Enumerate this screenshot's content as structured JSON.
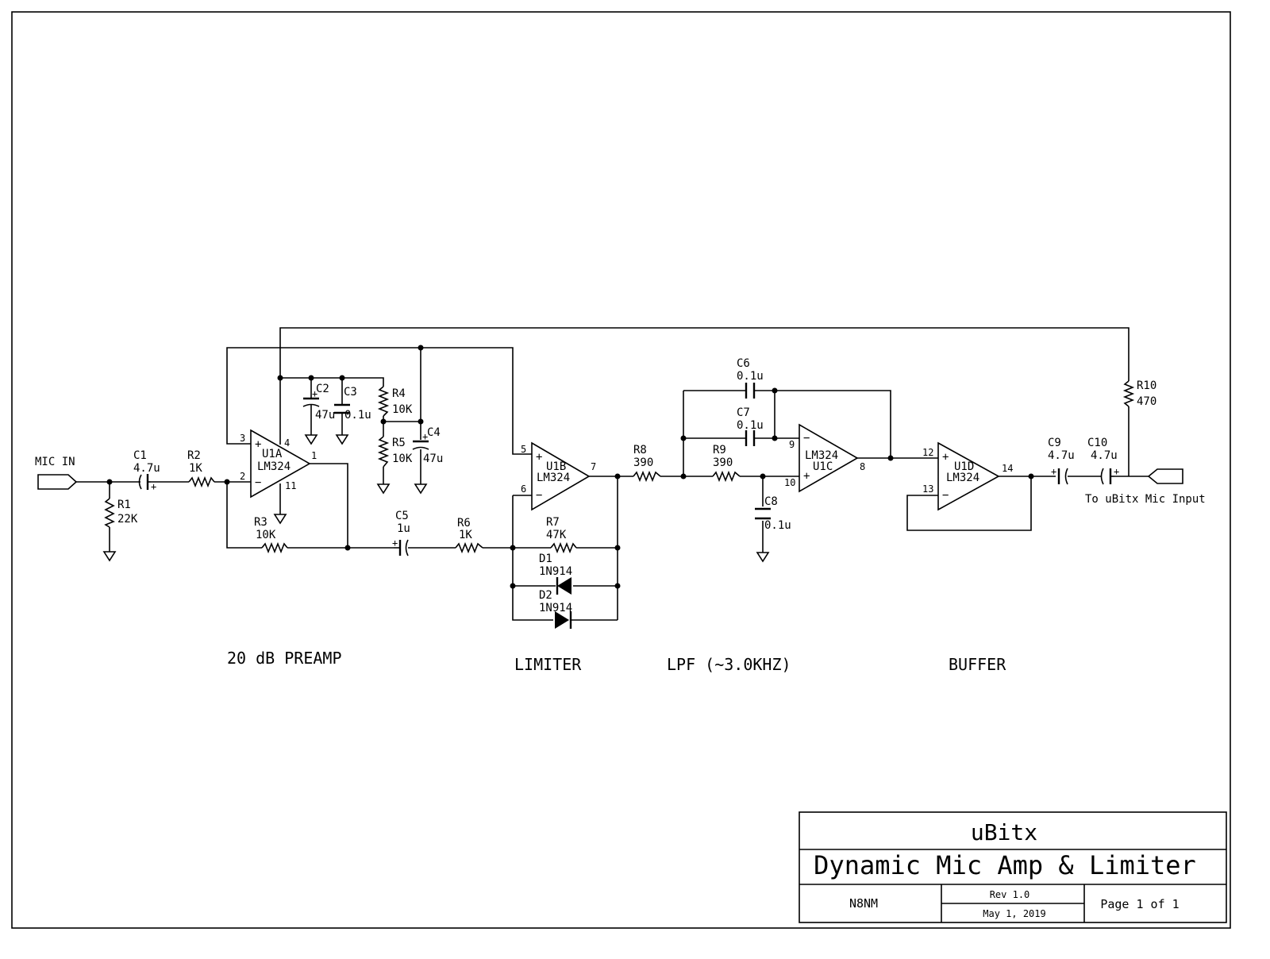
{
  "title_block": {
    "project": "uBitx",
    "title": "Dynamic Mic Amp & Limiter",
    "author": "N8NM",
    "revision": "Rev 1.0",
    "date": "May 1, 2019",
    "page": "Page 1 of 1"
  },
  "sections": {
    "preamp": "20 dB PREAMP",
    "limiter": "LIMITER",
    "lpf": "LPF (~3.0KHZ)",
    "buffer": "BUFFER"
  },
  "ports": {
    "input": "MIC IN",
    "output": "To uBitx Mic Input"
  },
  "components": {
    "C1": {
      "ref": "C1",
      "value": "4.7u"
    },
    "C2": {
      "ref": "C2",
      "value": "47u"
    },
    "C3": {
      "ref": "C3",
      "value": "0.1u"
    },
    "C4": {
      "ref": "C4",
      "value": "47u"
    },
    "C5": {
      "ref": "C5",
      "value": "1u"
    },
    "C6": {
      "ref": "C6",
      "value": "0.1u"
    },
    "C7": {
      "ref": "C7",
      "value": "0.1u"
    },
    "C8": {
      "ref": "C8",
      "value": "0.1u"
    },
    "C9": {
      "ref": "C9",
      "value": "4.7u"
    },
    "C10": {
      "ref": "C10",
      "value": "4.7u"
    },
    "R1": {
      "ref": "R1",
      "value": "22K"
    },
    "R2": {
      "ref": "R2",
      "value": "1K"
    },
    "R3": {
      "ref": "R3",
      "value": "10K"
    },
    "R4": {
      "ref": "R4",
      "value": "10K"
    },
    "R5": {
      "ref": "R5",
      "value": "10K"
    },
    "R6": {
      "ref": "R6",
      "value": "1K"
    },
    "R7": {
      "ref": "R7",
      "value": "47K"
    },
    "R8": {
      "ref": "R8",
      "value": "390"
    },
    "R9": {
      "ref": "R9",
      "value": "390"
    },
    "R10": {
      "ref": "R10",
      "value": "470"
    },
    "D1": {
      "ref": "D1",
      "value": "1N914"
    },
    "D2": {
      "ref": "D2",
      "value": "1N914"
    },
    "U1A": {
      "ref": "U1A",
      "value": "LM324"
    },
    "U1B": {
      "ref": "U1B",
      "value": "LM324"
    },
    "U1C": {
      "ref": "U1C",
      "value": "LM324"
    },
    "U1D": {
      "ref": "U1D",
      "value": "LM324"
    }
  },
  "pins": {
    "u1a": {
      "in_plus": "3",
      "in_minus": "2",
      "out": "1",
      "vcc": "4",
      "gnd": "11"
    },
    "u1b": {
      "in_plus": "5",
      "in_minus": "6",
      "out": "7"
    },
    "u1c": {
      "in_minus": "9",
      "in_plus": "10",
      "out": "8"
    },
    "u1d": {
      "in_plus": "12",
      "in_minus": "13",
      "out": "14"
    }
  },
  "symbols": {
    "plus": "+",
    "minus": "−"
  }
}
